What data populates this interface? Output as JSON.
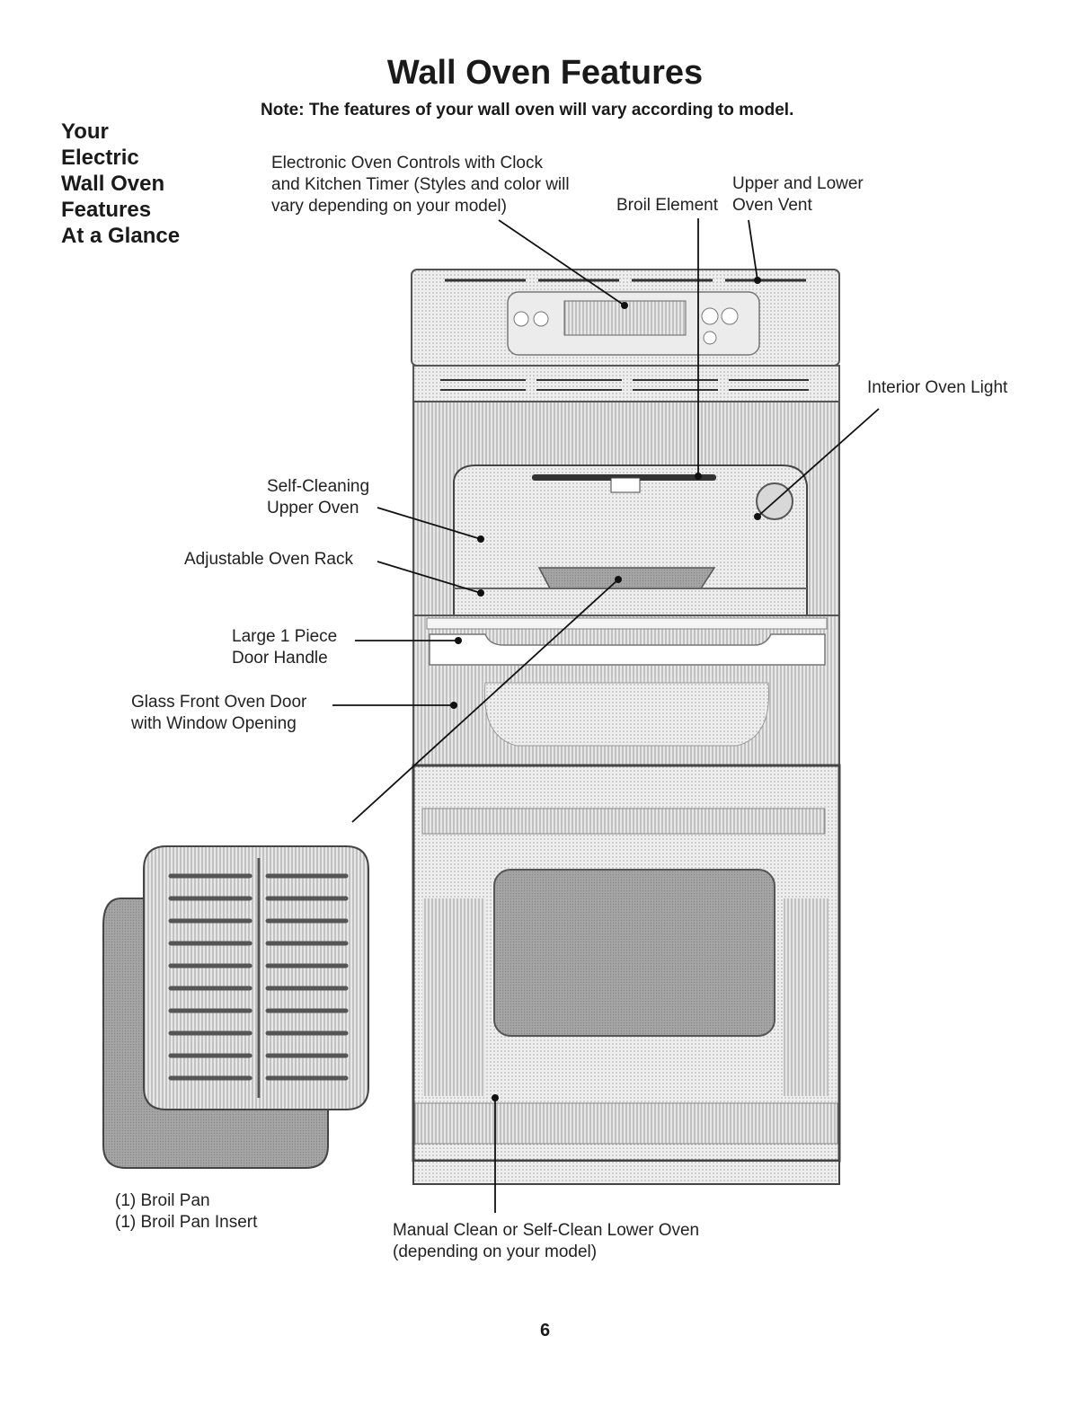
{
  "page": {
    "title": "Wall Oven Features",
    "note": "Note: The features of your wall oven will vary according to model.",
    "side_heading": "Your\nElectric\nWall Oven\nFeatures\nAt a Glance",
    "page_number": "6"
  },
  "labels": {
    "controls": "Electronic Oven Controls with Clock\nand Kitchen Timer (Styles and color will\nvary depending on your model)",
    "broil_element": "Broil Element",
    "vent": "Upper and Lower\nOven Vent",
    "light": "Interior Oven Light",
    "upper_oven": "Self-Cleaning\nUpper Oven",
    "rack": "Adjustable Oven Rack",
    "handle": "Large 1 Piece\nDoor Handle",
    "door": "Glass Front Oven Door\nwith Window Opening",
    "broil_pan": "(1) Broil Pan\n(1) Broil Pan Insert",
    "lower_oven": "Manual Clean or Self-Clean Lower Oven\n(depending on your model)"
  },
  "colors": {
    "text": "#1a1a1a",
    "panel": "#cfcfcf",
    "dark": "#8a8a8a",
    "window": "#9c9c9c"
  }
}
